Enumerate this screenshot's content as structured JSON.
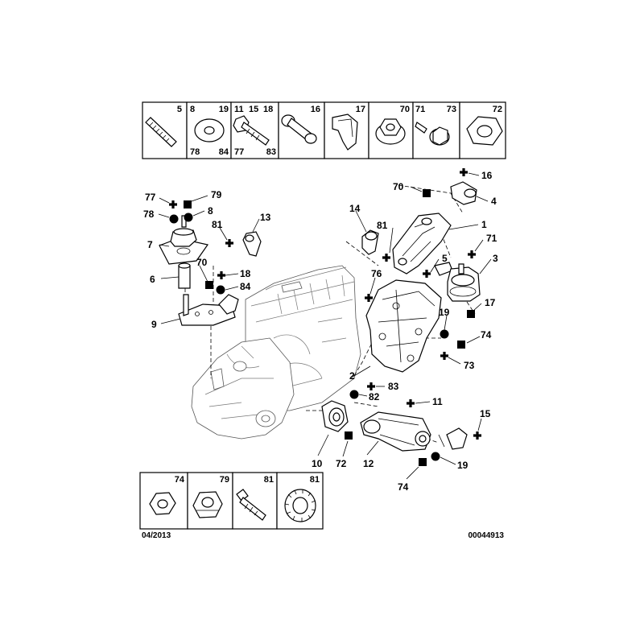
{
  "top_panel": [
    {
      "codes": [
        "5"
      ],
      "bottom": []
    },
    {
      "codes": [
        "8",
        "19"
      ],
      "bottom": [
        "78",
        "84"
      ]
    },
    {
      "codes": [
        "11",
        "15",
        "18"
      ],
      "bottom": [
        "77",
        "83"
      ]
    },
    {
      "codes": [
        "16"
      ],
      "bottom": []
    },
    {
      "codes": [
        "17"
      ],
      "bottom": []
    },
    {
      "codes": [
        "70"
      ],
      "bottom": []
    },
    {
      "codes": [
        "71",
        "73"
      ],
      "bottom": []
    },
    {
      "codes": [
        "72"
      ],
      "bottom": []
    }
  ],
  "bottom_panel": [
    {
      "code": "74"
    },
    {
      "code": "79"
    },
    {
      "code": "81"
    },
    {
      "code": "81"
    }
  ],
  "callouts": {
    "c77": "77",
    "c79": "79",
    "c78": "78",
    "c8": "8",
    "c81a": "81",
    "c13": "13",
    "c7": "7",
    "c70a": "70",
    "c18": "18",
    "c6": "6",
    "c84": "84",
    "c9": "9",
    "c14": "14",
    "c81b": "81",
    "c76": "76",
    "c70b": "70",
    "c16": "16",
    "c4": "4",
    "c1": "1",
    "c71": "71",
    "c3": "3",
    "c5": "5",
    "c17": "17",
    "c19a": "19",
    "c74a": "74",
    "c73": "73",
    "c2": "2",
    "c83": "83",
    "c82": "82",
    "c11": "11",
    "c15": "15",
    "c10": "10",
    "c72": "72",
    "c12": "12",
    "c19b": "19",
    "c74b": "74"
  },
  "footer": {
    "date": "04/2013",
    "code": "00044913"
  },
  "symbols": {
    "cross": "cross-symbol",
    "square": "square-symbol",
    "dot": "dot-symbol"
  }
}
